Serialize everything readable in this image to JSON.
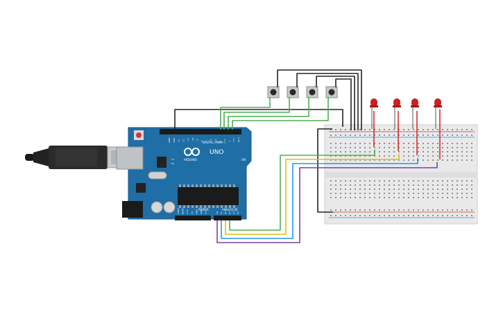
{
  "arduino": {
    "brand": "ARDUINO",
    "model": "UNO",
    "digital_header_label": "DIGITAL (PWM~)",
    "power_label": "POWER",
    "analog_label": "ANALOG IN",
    "on_label": "ON",
    "aref_label": "AREF",
    "gnd_label": "GND",
    "tx_label": "TX",
    "rx_label": "RX",
    "digital_pins": [
      "13",
      "12",
      "~11",
      "~10",
      "~9",
      "8",
      "7",
      "~6",
      "~5",
      "4",
      "~3",
      "2",
      "TX 1",
      "RX 0"
    ],
    "power_pins": [
      "IOREF",
      "RESET",
      "3.3V",
      "5V",
      "GND",
      "GND",
      "Vin"
    ],
    "analog_pins": [
      "A0",
      "A1",
      "A2",
      "A3",
      "A4",
      "A5"
    ]
  },
  "components": {
    "buttons_count": 4,
    "leds_count": 4,
    "led_color": "#cc1f1f"
  },
  "colors": {
    "board": "#1f6ea6",
    "wire_black": "#222222",
    "wire_green": "#4caf50",
    "wire_yellow": "#e0c000",
    "wire_blue": "#2196f3",
    "wire_purple": "#7b3fa0",
    "wire_red": "#d32f2f",
    "breadboard": "#e9e9e9"
  }
}
